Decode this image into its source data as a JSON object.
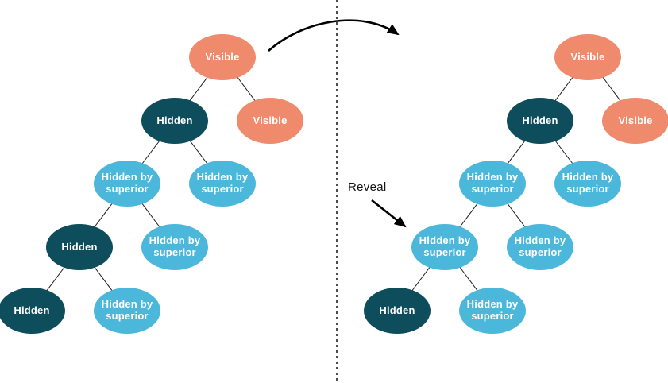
{
  "palette": {
    "visible_fill": "#EF8A6C",
    "hidden_fill": "#0E4D5C",
    "hidden_by_superior_fill": "#4BB8DB",
    "node_text": "#FFFFFF",
    "edge_line": "#1A1A1A",
    "annotation": "#000000"
  },
  "annotations": {
    "reveal_label": "Reveal",
    "transform_arrow": "curved-arrow-left-to-right",
    "divider": "vertical-dashed-line"
  },
  "trees": {
    "left": {
      "nodes": [
        {
          "label": "Visible",
          "state": "visible"
        },
        {
          "label": "Hidden",
          "state": "hidden"
        },
        {
          "label": "Visible",
          "state": "visible"
        },
        {
          "label": "Hidden by superior",
          "state": "hidden-by-superior"
        },
        {
          "label": "Hidden by superior",
          "state": "hidden-by-superior"
        },
        {
          "label": "Hidden",
          "state": "hidden"
        },
        {
          "label": "Hidden by superior",
          "state": "hidden-by-superior"
        },
        {
          "label": "Hidden",
          "state": "hidden"
        },
        {
          "label": "Hidden by superior",
          "state": "hidden-by-superior"
        }
      ],
      "edges": [
        [
          0,
          1
        ],
        [
          0,
          2
        ],
        [
          1,
          3
        ],
        [
          1,
          4
        ],
        [
          3,
          5
        ],
        [
          3,
          6
        ],
        [
          5,
          7
        ],
        [
          5,
          8
        ]
      ]
    },
    "right": {
      "nodes": [
        {
          "label": "Visible",
          "state": "visible"
        },
        {
          "label": "Hidden",
          "state": "hidden"
        },
        {
          "label": "Visible",
          "state": "visible"
        },
        {
          "label": "Hidden by superior",
          "state": "hidden-by-superior"
        },
        {
          "label": "Hidden by superior",
          "state": "hidden-by-superior"
        },
        {
          "label": "Hidden by superior",
          "state": "hidden-by-superior"
        },
        {
          "label": "Hidden by superior",
          "state": "hidden-by-superior"
        },
        {
          "label": "Hidden",
          "state": "hidden"
        },
        {
          "label": "Hidden by superior",
          "state": "hidden-by-superior"
        }
      ],
      "edges": [
        [
          0,
          1
        ],
        [
          0,
          2
        ],
        [
          1,
          3
        ],
        [
          1,
          4
        ],
        [
          3,
          5
        ],
        [
          3,
          6
        ],
        [
          5,
          7
        ],
        [
          5,
          8
        ]
      ]
    }
  }
}
